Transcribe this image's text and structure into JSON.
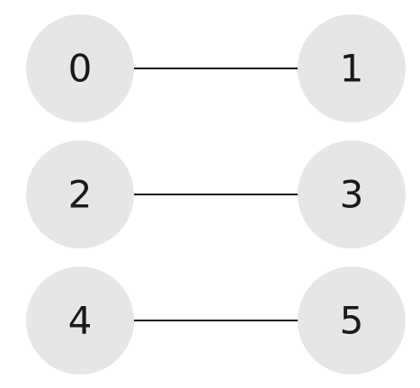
{
  "diagram": {
    "type": "graph",
    "colors": {
      "node_fill": "#e6e6e6",
      "node_text": "#1a1a1a",
      "edge": "#1a1a1a",
      "background": "#ffffff"
    },
    "nodes": [
      {
        "id": "0",
        "label": "0"
      },
      {
        "id": "1",
        "label": "1"
      },
      {
        "id": "2",
        "label": "2"
      },
      {
        "id": "3",
        "label": "3"
      },
      {
        "id": "4",
        "label": "4"
      },
      {
        "id": "5",
        "label": "5"
      }
    ],
    "edges": [
      {
        "source": "0",
        "target": "1"
      },
      {
        "source": "2",
        "target": "3"
      },
      {
        "source": "4",
        "target": "5"
      }
    ]
  }
}
